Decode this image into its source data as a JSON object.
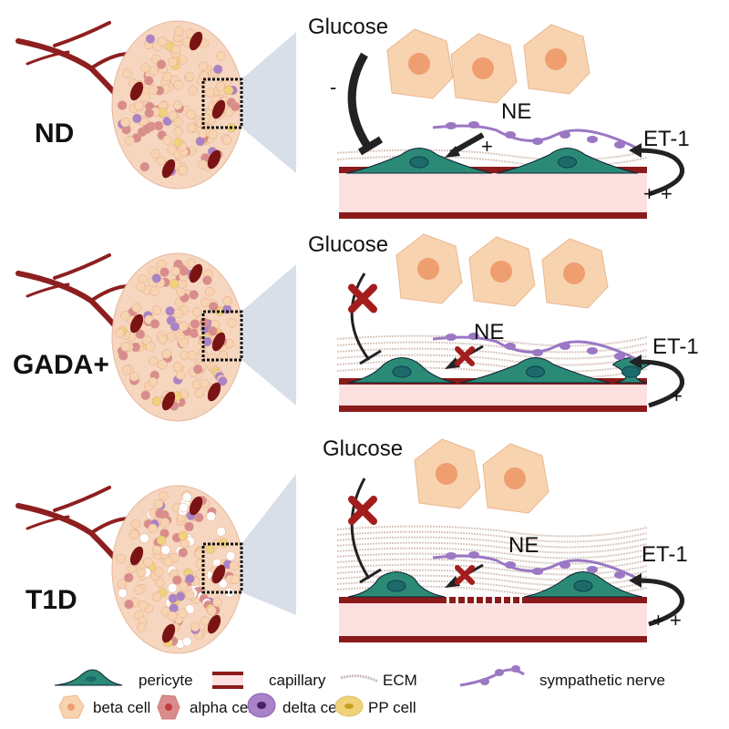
{
  "panels": [
    {
      "condition": "ND",
      "glucose": "Glucose",
      "glucose_effect": "-",
      "ne": "NE",
      "ne_effect": "+",
      "et1": "ET-1",
      "et1_effect": "+ +",
      "glucose_blocked": false,
      "ne_blocked": false,
      "beta_cells": 3,
      "ecm_level": "low"
    },
    {
      "condition": "GADA+",
      "glucose": "Glucose",
      "ne": "NE",
      "et1": "ET-1",
      "et1_effect": "+",
      "glucose_blocked": true,
      "ne_blocked": true,
      "beta_cells": 3,
      "ecm_level": "medium"
    },
    {
      "condition": "T1D",
      "glucose": "Glucose",
      "ne": "NE",
      "et1": "ET-1",
      "et1_effect": "+ +",
      "glucose_blocked": true,
      "ne_blocked": true,
      "beta_cells": 2,
      "ecm_level": "high"
    }
  ],
  "legend": {
    "pericyte": "pericyte",
    "capillary": "capillary",
    "ecm": "ECM",
    "nerve": "sympathetic nerve",
    "beta": "beta cell",
    "alpha": "alpha cell",
    "delta": "delta cell",
    "pp": "PP cell"
  },
  "colors": {
    "pericyte": "#2a8a76",
    "capillary_wall": "#8b1a1a",
    "capillary_lumen": "#fde0e0",
    "beta": "#f8d3b0",
    "alpha": "#d98c8c",
    "delta": "#a883c8",
    "pp": "#f0d27a",
    "nerve": "#9b77c4",
    "block_x": "#a31d1d",
    "vessel": "#8e1f1f"
  }
}
